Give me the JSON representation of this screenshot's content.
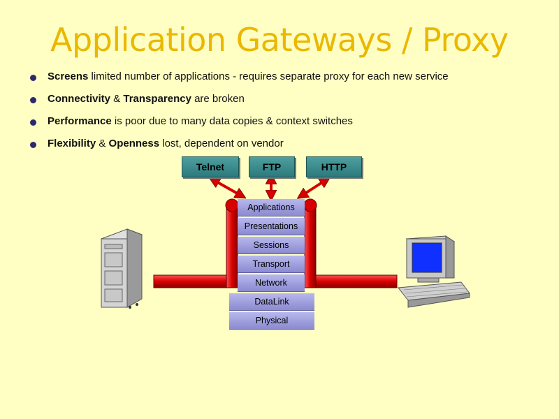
{
  "title": "Application Gateways / Proxy",
  "bullets": [
    {
      "bold1": "Screens",
      "mid": " limited number of applications - requires separate proxy for each new service",
      "bold2": "",
      "rest": ""
    },
    {
      "bold1": "Connectivity",
      "mid": " & ",
      "bold2": "Transparency",
      "rest": " are broken"
    },
    {
      "bold1": "Performance",
      "mid": " is poor due to many data copies & context switches",
      "bold2": "",
      "rest": ""
    },
    {
      "bold1": "Flexibility",
      "mid": " & ",
      "bold2": "Openness",
      "rest": " lost, dependent on vendor"
    }
  ],
  "protocols": [
    "Telnet",
    "FTP",
    "HTTP"
  ],
  "layers": [
    "Applications",
    "Presentations",
    "Sessions",
    "Transport",
    "Network",
    "DataLink",
    "Physical"
  ],
  "colors": {
    "title": "#eab800",
    "background": "#ffffc4",
    "pipe": "#d80000",
    "protocol_box": "#2c7a7c",
    "layer_box": "#9f9fe0"
  },
  "icons": [
    "server-tower-icon",
    "desktop-computer-icon"
  ]
}
